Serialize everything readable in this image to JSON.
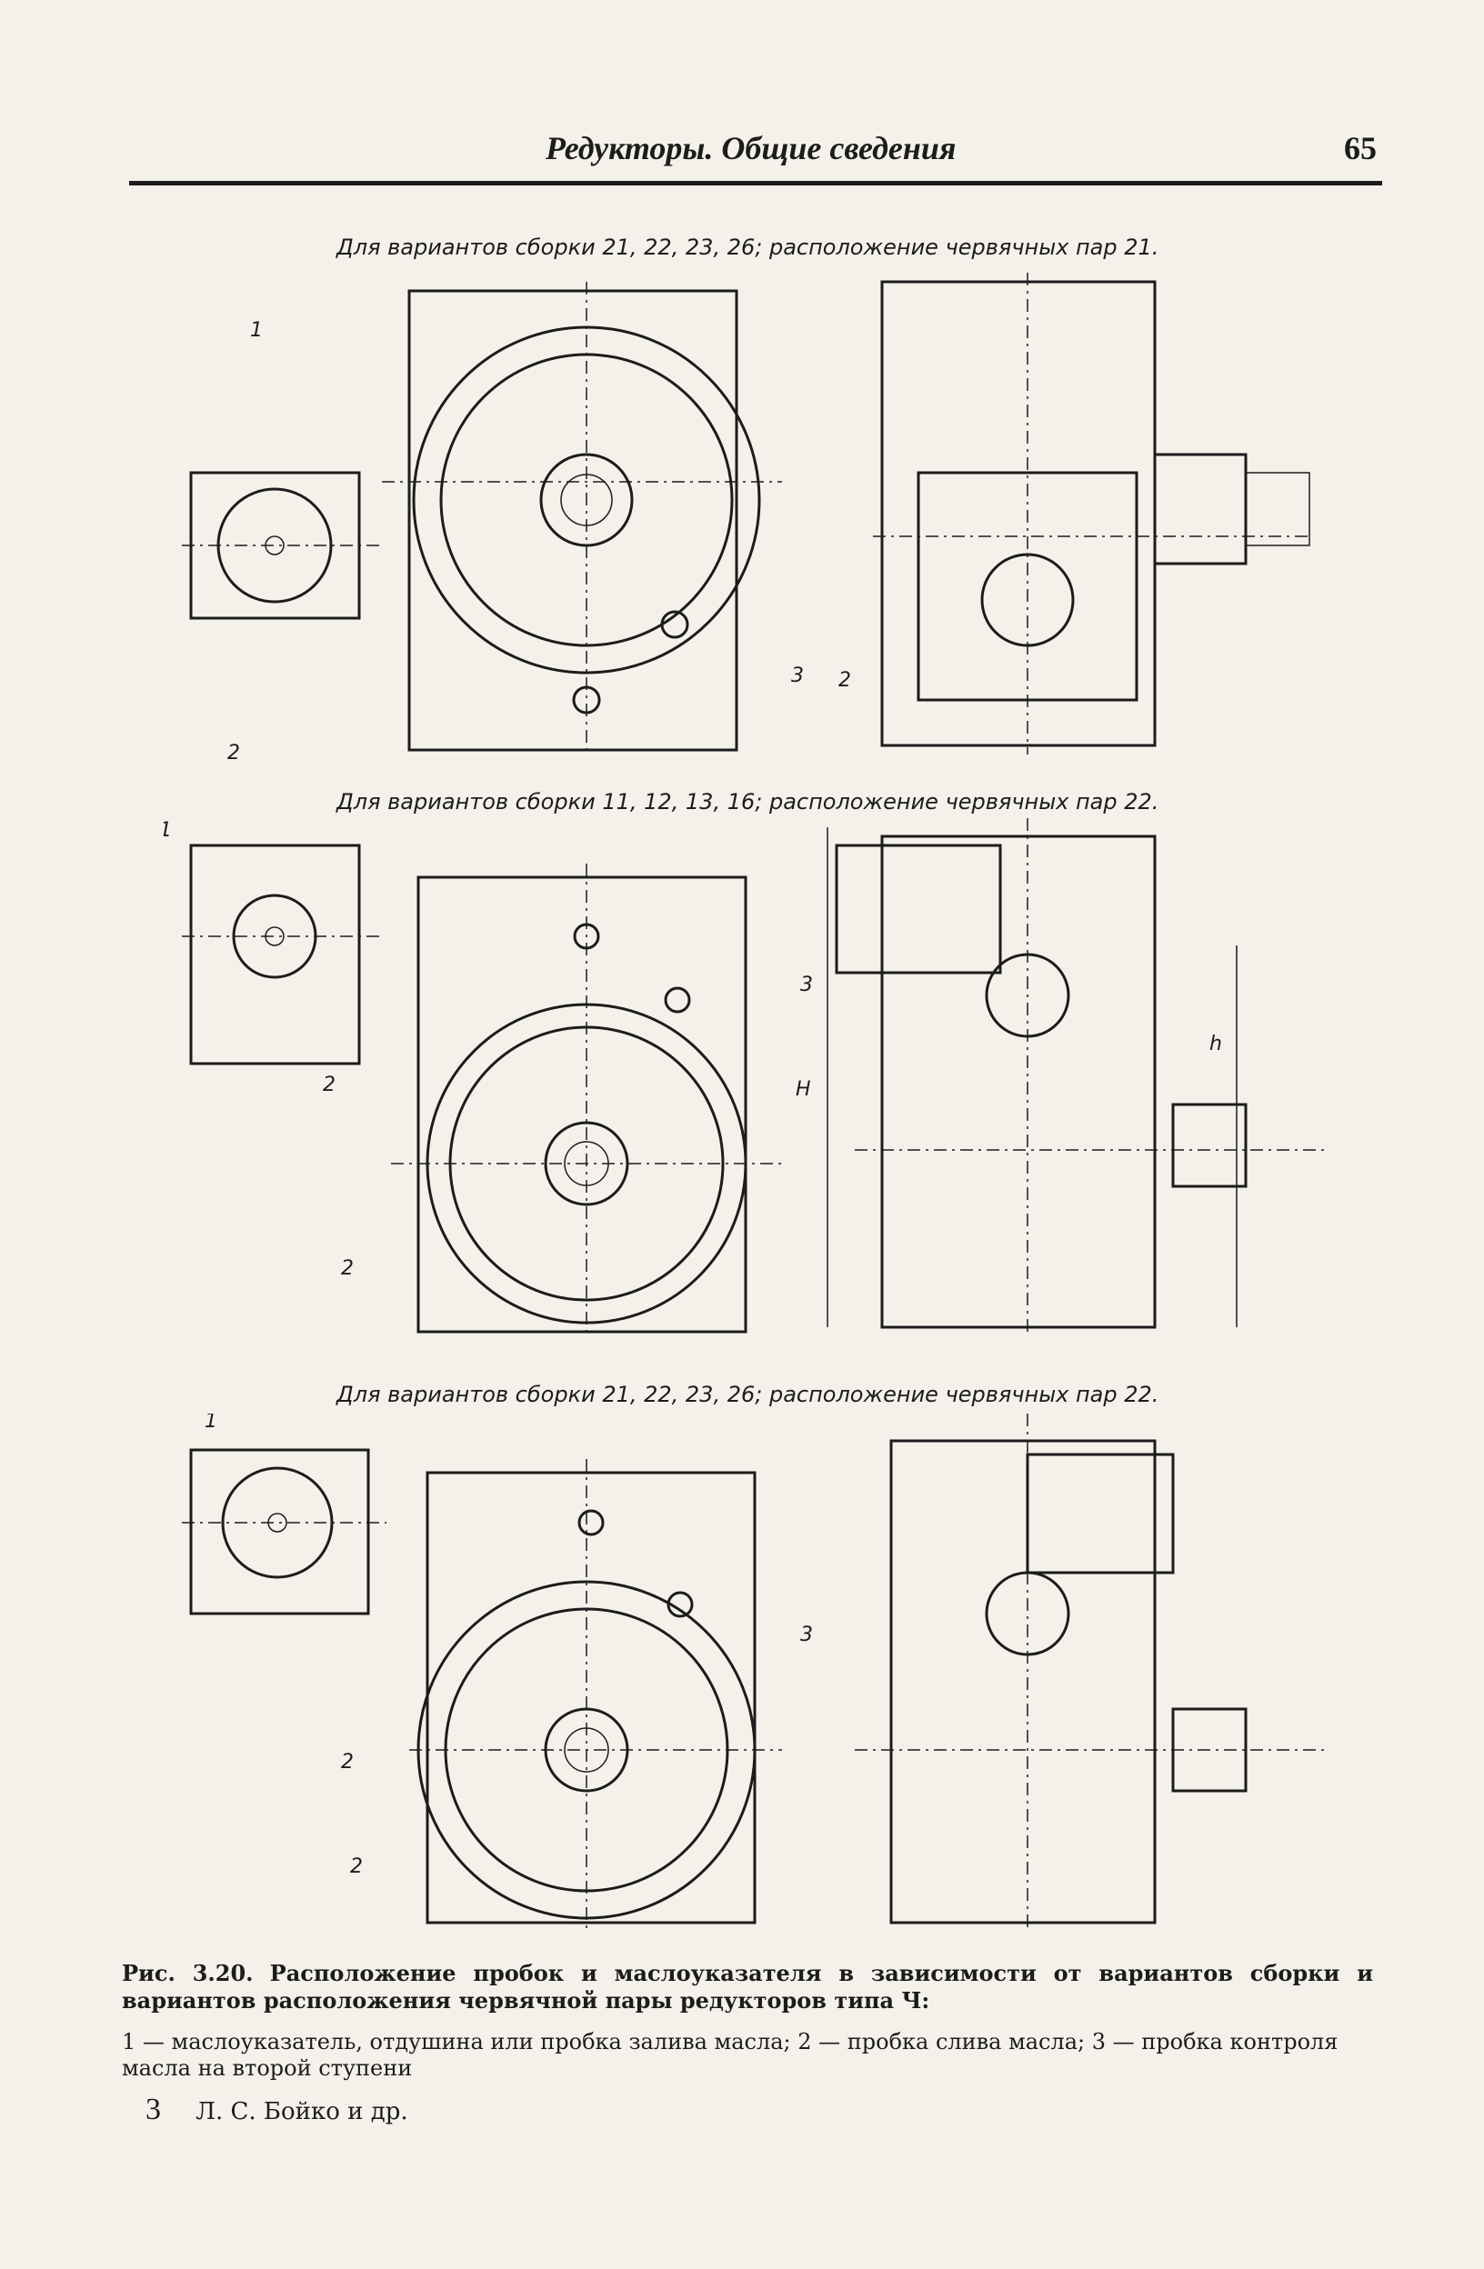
{
  "header": {
    "title": "Редукторы. Общие сведения",
    "page_number": "65"
  },
  "figures": [
    {
      "label": "Для вариантов сборки 21, 22, 23, 26; расположение червячных пар 21.",
      "callouts": [
        "1",
        "2",
        "3",
        "2"
      ]
    },
    {
      "label": "Для вариантов сборки 11, 12, 13, 16; расположение червячных пар 22.",
      "callouts": [
        "1",
        "2",
        "3",
        "2",
        "H",
        "h"
      ]
    },
    {
      "label": "Для вариантов сборки 21, 22, 23, 26; расположение червячных пар 22.",
      "callouts": [
        "1",
        "2",
        "3",
        "2"
      ]
    }
  ],
  "caption": {
    "prefix": "Рис. 3.20.",
    "text": "Расположение пробок и маслоуказателя в зависимости от вариантов сборки и вариантов расположения червячной пары редукторов типа Ч:",
    "legend": "1 — маслоуказатель, отдушина или пробка залива масла; 2 — пробка слива масла; 3 — пробка контроля масла на второй ступени"
  },
  "footer": {
    "signature": "3",
    "author": "Л. С. Бойко и др."
  }
}
